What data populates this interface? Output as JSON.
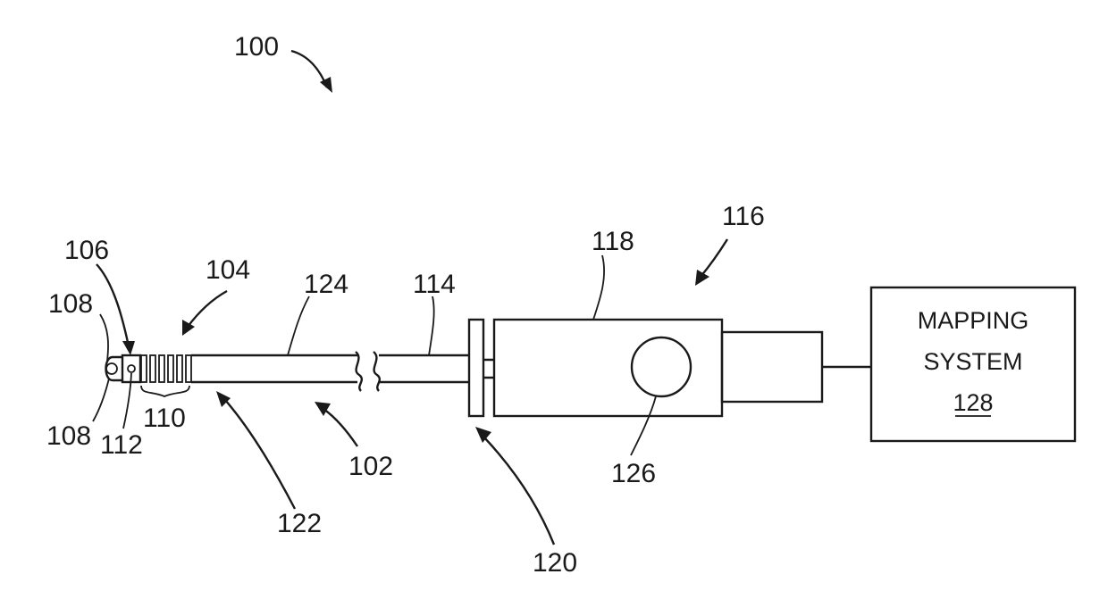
{
  "figure_number": "100",
  "labels": {
    "l102": "102",
    "l104": "104",
    "l106": "106",
    "l108_top": "108",
    "l108_bottom": "108",
    "l110": "110",
    "l112": "112",
    "l114": "114",
    "l116": "116",
    "l118": "118",
    "l120": "120",
    "l122": "122",
    "l124": "124",
    "l126": "126"
  },
  "mapping_system": {
    "line1": "MAPPING",
    "line2": "SYSTEM",
    "ref": "128"
  }
}
